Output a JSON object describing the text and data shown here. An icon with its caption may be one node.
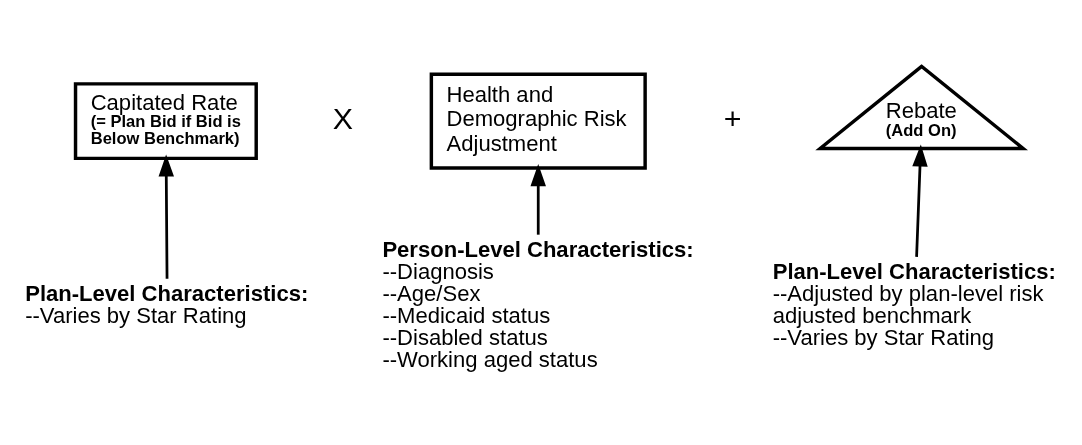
{
  "diagram": {
    "nodes": [
      {
        "text": [
          "Capitated Rate",
          "(= Plan Bid if Bid is Below Benchmark)"
        ]
      },
      {
        "text": [
          "Health and Demographic Risk Adjustment"
        ]
      },
      {
        "text": [
          "Rebate",
          "(Add On)"
        ]
      },
      {
        "text": [
          "Plan-Level Characteristics:",
          "--Varies by Star Rating"
        ]
      },
      {
        "text": [
          "Person-Level Characteristics:",
          "--Diagnosis",
          "--Age/Sex",
          "--Medicaid status",
          "--Disabled status",
          "--Working aged status"
        ]
      },
      {
        "text": [
          "Plan-Level Characteristics:",
          "--Adjusted by plan-level risk adjusted benchmark",
          "--Varies by Star Rating"
        ]
      }
    ],
    "edges": [
      {
        "from": 3,
        "to": 0,
        "arrow": "to"
      },
      {
        "from": 4,
        "to": 1,
        "arrow": "to"
      },
      {
        "from": 5,
        "to": 2,
        "arrow": "to"
      }
    ],
    "labels": [
      "X",
      "+"
    ]
  }
}
